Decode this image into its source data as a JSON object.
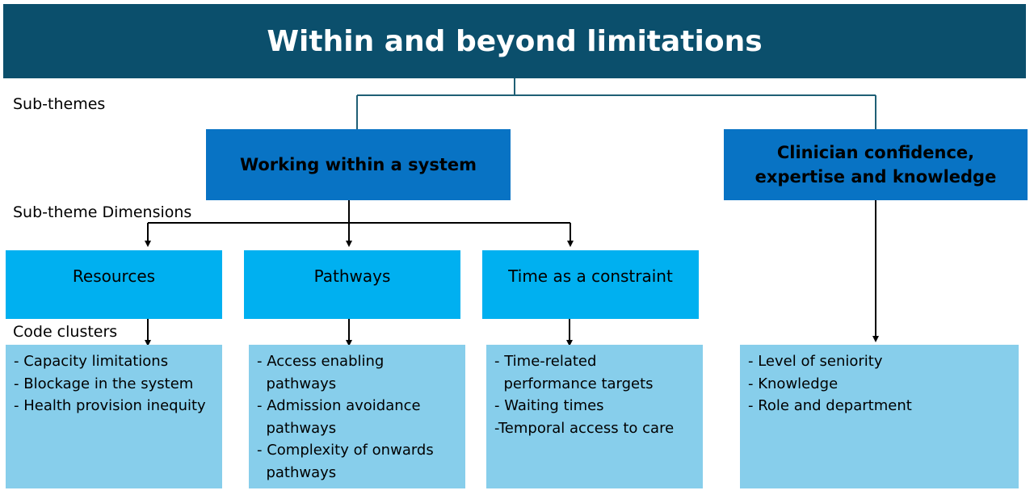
{
  "title": "Within and beyond limitations",
  "labels": {
    "sub_themes": "Sub-themes",
    "sub_theme_dimensions": "Sub-theme Dimensions",
    "code_clusters": "Code clusters"
  },
  "sub_themes": [
    {
      "label": "Working within a system"
    },
    {
      "line1": "Clinician confidence,",
      "line2": "expertise and knowledge"
    }
  ],
  "dimensions": [
    {
      "label": "Resources"
    },
    {
      "label": "Pathways"
    },
    {
      "label": "Time as a constraint"
    }
  ],
  "code_clusters": [
    {
      "items": [
        "- Capacity limitations",
        "- Blockage in the system",
        "- Health provision inequity"
      ]
    },
    {
      "items": [
        "- Access enabling",
        "  pathways",
        "- Admission avoidance",
        "  pathways",
        "- Complexity of onwards",
        "  pathways"
      ]
    },
    {
      "items": [
        "- Time-related",
        "  performance targets",
        "- Waiting times",
        "-Temporal access to care"
      ]
    },
    {
      "items": [
        "- Level of seniority",
        "- Knowledge",
        "- Role and department"
      ]
    }
  ],
  "colors": {
    "title_bg": "#0b4f6c",
    "sub_theme_bg": "#0873c4",
    "dimension_bg": "#00b0f0",
    "cluster_bg": "#87ceeb",
    "connector": "#1f5f75"
  }
}
